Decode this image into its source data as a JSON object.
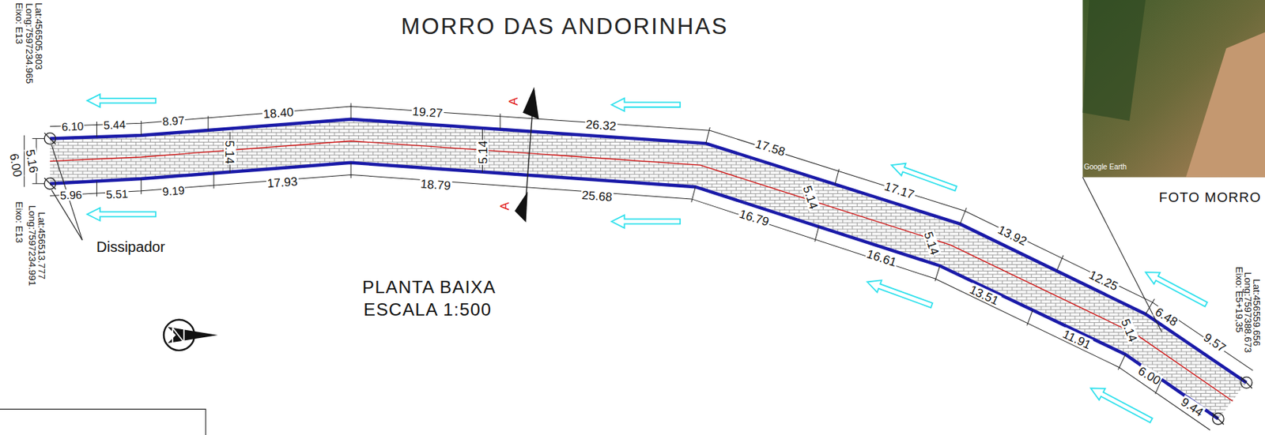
{
  "diagram": {
    "title": "MORRO DAS ANDORINHAS",
    "labels": [
      "Lat:456505.803",
      "Long:7597234.965",
      "Eixo: E13",
      "6.10",
      "5.44",
      "8.97",
      "18.40",
      "19.27",
      "26.32",
      "17.58",
      "17.17",
      "13.92",
      "12.25",
      "6.48",
      "9.57",
      "5.96",
      "5.51",
      "9.19",
      "17.93",
      "18.79",
      "25.68",
      "16.79",
      "16.61",
      "13.51",
      "11.91",
      "6.00",
      "9.44",
      "5.16",
      "6.00",
      "5.14",
      "5.14",
      "5.14",
      "5.14",
      "5.14",
      "A",
      "A",
      "Lat:456513.777",
      "Long:7597234.991",
      "Eixo: E13",
      "Dissipador",
      "PLANTA BAIXA",
      "ESCALA 1:500",
      "FOTO MORRO",
      "Google Earth",
      "Lat:456559.656",
      "Long:7597388.673",
      "Eixo: E5+19,35"
    ]
  }
}
